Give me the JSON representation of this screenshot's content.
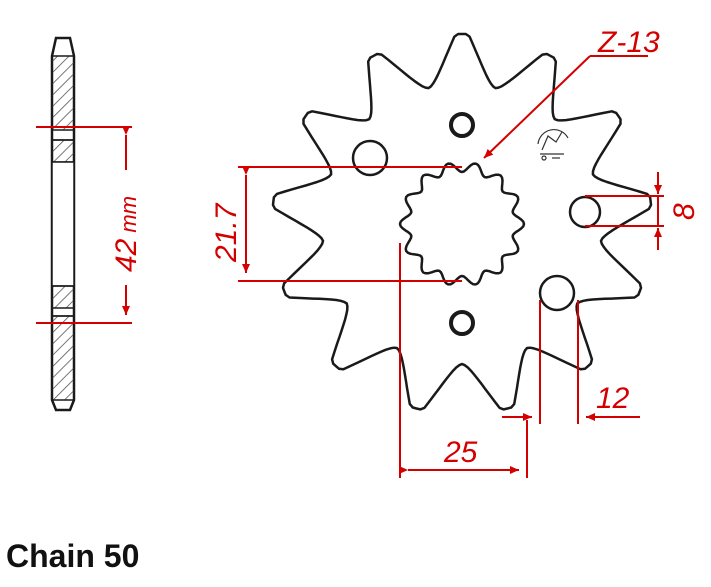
{
  "diagram": {
    "teeth_label": "Z-13",
    "inner_diameter_label": "21.7",
    "hole_diameter_label": "8",
    "thickness_label": "42",
    "thickness_unit": "mm",
    "bolt_hole_offset_label": "12",
    "spline_offset_label": "25",
    "caption": "Chain 50",
    "teeth_count": 13,
    "colors": {
      "outline": "#1a1a1a",
      "dimension": "#d40000",
      "hatch": "#555555",
      "background": "#ffffff"
    }
  }
}
